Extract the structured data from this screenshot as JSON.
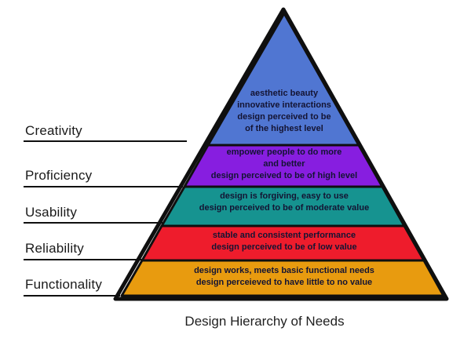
{
  "title": "Design Hierarchy of Needs",
  "pyramid": {
    "outline_color": "#0f0f0f",
    "text_color": "#141433",
    "levels": [
      {
        "label": "Creativity",
        "color": "#5076d2",
        "lines": [
          "aesthetic beauty",
          "innovative interactions",
          "design perceived to be",
          "of the highest level"
        ]
      },
      {
        "label": "Proficiency",
        "color": "#871ee0",
        "lines": [
          "empower people to do more",
          "and better",
          "design perceived to be of high level"
        ]
      },
      {
        "label": "Usability",
        "color": "#169390",
        "lines": [
          "design is forgiving, easy to use",
          "design perceived to be of moderate value"
        ]
      },
      {
        "label": "Reliability",
        "color": "#ee1c2c",
        "lines": [
          "stable and consistent performance",
          "design perceived to be of low value"
        ]
      },
      {
        "label": "Functionality",
        "color": "#e89b0f",
        "lines": [
          "design works, meets basic functional needs",
          "design perceieved to have little to no value"
        ]
      }
    ]
  }
}
